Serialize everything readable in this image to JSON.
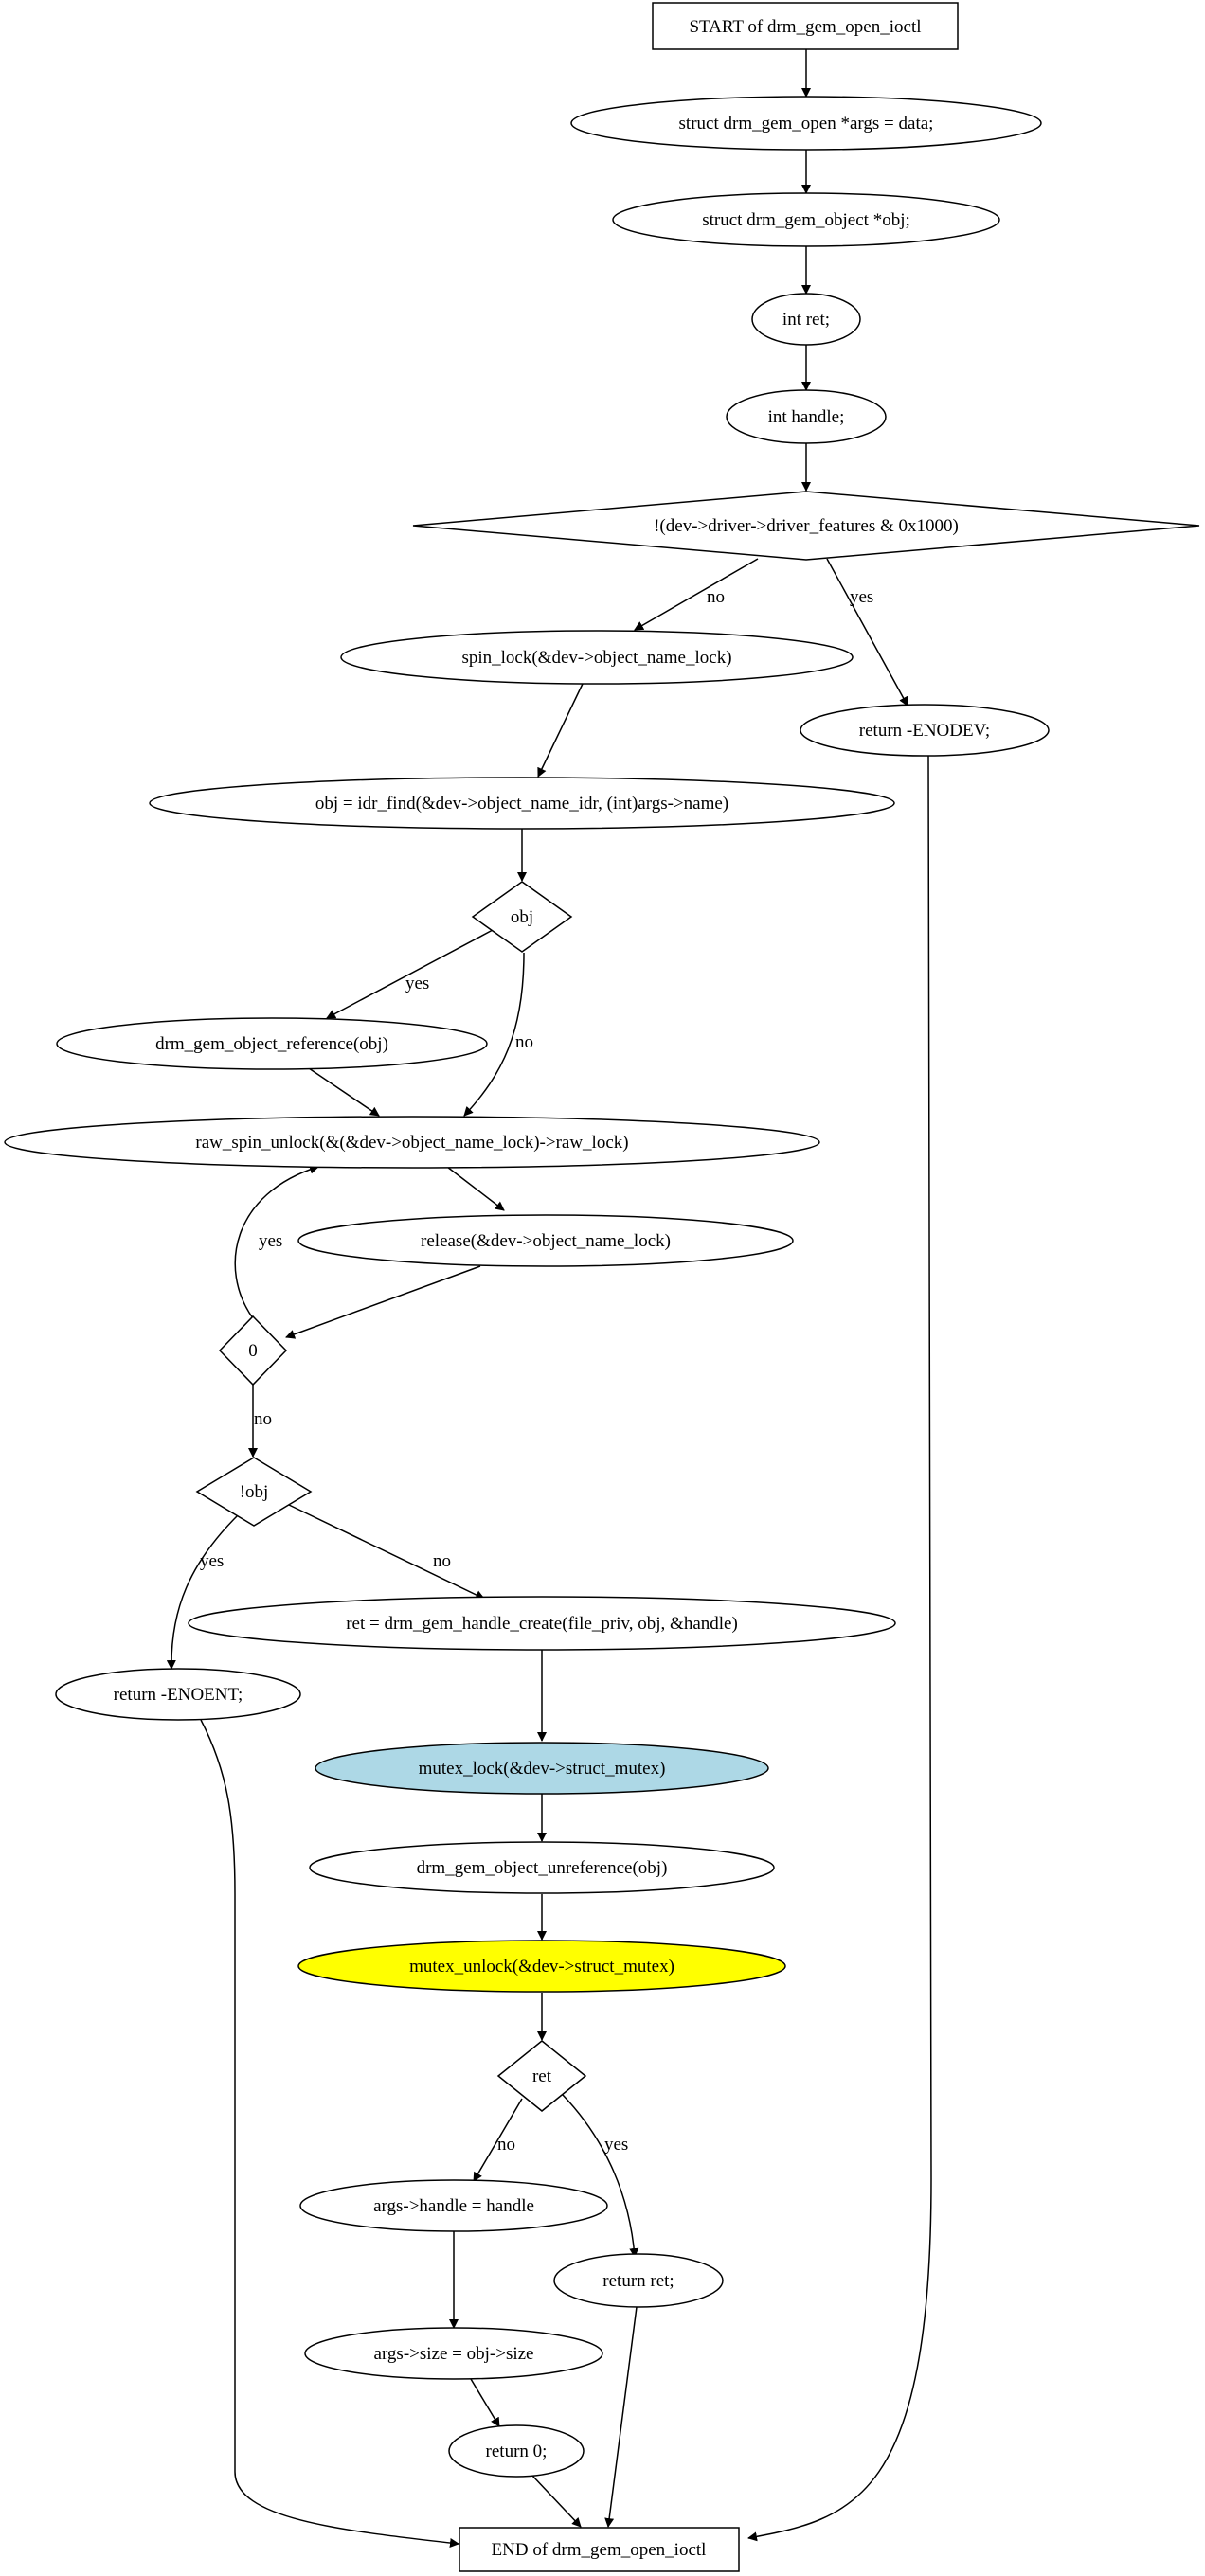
{
  "colors": {
    "default_fill": "#ffffff",
    "stroke": "#000000",
    "lock_fill": "#add8e6",
    "unlock_fill": "#ffff00"
  },
  "nodes": {
    "start": "START of drm_gem_open_ioctl",
    "args_decl": "struct drm_gem_open *args = data;",
    "obj_decl": "struct drm_gem_object *obj;",
    "ret_decl": "int ret;",
    "handle_decl": "int handle;",
    "feature_check": "!(dev->driver->driver_features & 0x1000)",
    "spin_lock": "spin_lock(&dev->object_name_lock)",
    "return_enodev": "return -ENODEV;",
    "idr_find": "obj = idr_find(&dev->object_name_idr, (int)args->name)",
    "obj_check": "obj",
    "obj_reference": "drm_gem_object_reference(obj)",
    "raw_spin_unlock": "raw_spin_unlock(&(&dev->object_name_lock)->raw_lock)",
    "release": "release(&dev->object_name_lock)",
    "zero_check": "0",
    "not_obj_check": "!obj",
    "return_enoent": "return -ENOENT;",
    "handle_create": "ret = drm_gem_handle_create(file_priv, obj, &handle)",
    "mutex_lock": "mutex_lock(&dev->struct_mutex)",
    "obj_unreference": "drm_gem_object_unreference(obj)",
    "mutex_unlock": "mutex_unlock(&dev->struct_mutex)",
    "ret_check": "ret",
    "set_handle": "args->handle = handle",
    "return_ret": "return ret;",
    "set_size": "args->size = obj->size",
    "return_zero": "return 0;",
    "end": "END of drm_gem_open_ioctl"
  },
  "edge_labels": {
    "feature_no": "no",
    "feature_yes": "yes",
    "obj_yes": "yes",
    "obj_no": "no",
    "zero_yes": "yes",
    "zero_no": "no",
    "not_obj_yes": "yes",
    "not_obj_no": "no",
    "ret_no": "no",
    "ret_yes": "yes"
  }
}
